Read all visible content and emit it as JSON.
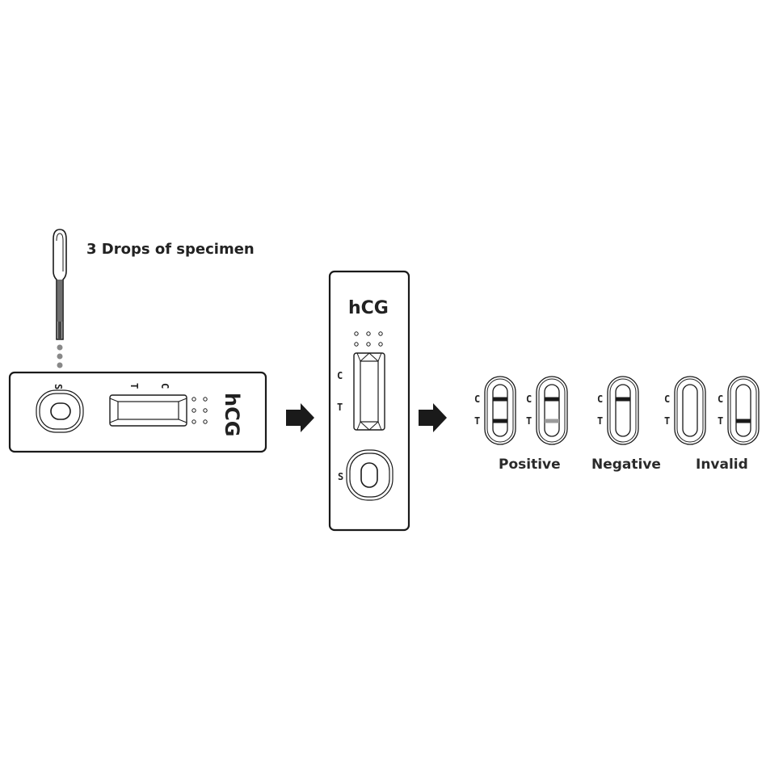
{
  "instruction": "3 Drops of specimen",
  "horizontal_cassette": {
    "brand": "hCG",
    "sample_label": "S",
    "test_label": "T",
    "control_label": "C"
  },
  "vertical_cassette": {
    "brand": "hCG",
    "control_label": "C",
    "test_label": "T",
    "sample_label": "S"
  },
  "results": {
    "line_labels": {
      "control": "C",
      "test": "T"
    },
    "groups": [
      {
        "label": "Positive",
        "strips": [
          {
            "control": "strong",
            "test": "strong"
          },
          {
            "control": "strong",
            "test": "faint"
          }
        ]
      },
      {
        "label": "Negative",
        "strips": [
          {
            "control": "strong",
            "test": "none"
          }
        ]
      },
      {
        "label": "Invalid",
        "strips": [
          {
            "control": "none",
            "test": "none"
          },
          {
            "control": "none",
            "test": "strong"
          }
        ]
      }
    ]
  },
  "colors": {
    "line": "#1a1a1a",
    "faint_line": "#9a9a9a",
    "liquid": "#6e6e6e",
    "drop": "#888888"
  }
}
